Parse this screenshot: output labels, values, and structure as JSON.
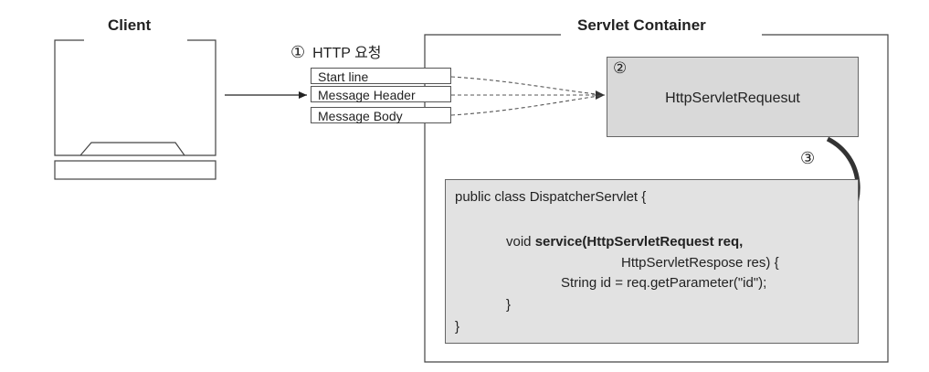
{
  "client": {
    "title": "Client"
  },
  "http": {
    "step": "①",
    "label": "HTTP 요청",
    "rows": [
      "Start line",
      "Message Header",
      "Message Body"
    ]
  },
  "container": {
    "title": "Servlet Container"
  },
  "request_object": {
    "step": "②",
    "title": "HttpServletRequesut"
  },
  "step3": "③",
  "code": {
    "class_decl": "public class DispatcherServlet {",
    "method_prefix": "void ",
    "method_sig": "service(HttpServletRequest req,",
    "param2": "HttpServletRespose res) {",
    "body": "String id = req.getParameter(\"id\");",
    "close_method": "}",
    "close_class": "}"
  }
}
